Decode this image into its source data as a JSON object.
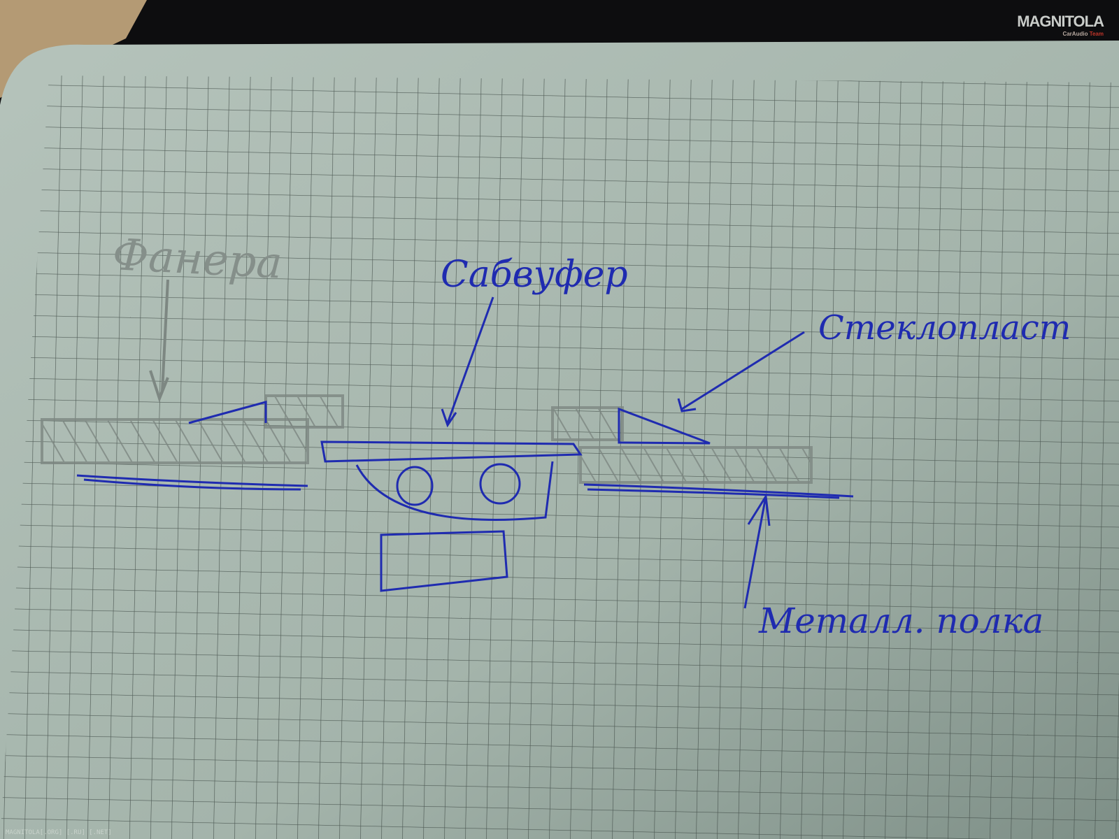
{
  "labels": {
    "plywood": "Фанера",
    "subwoofer": "Сабвуфер",
    "fiberglass": "Стеклопласт",
    "metal_shelf": "Металл. полка"
  },
  "watermark": {
    "brand": "MAGNITOLA",
    "tagline_a": "CarAudio",
    "tagline_b": "Team",
    "footer": "MAGNITOLA[.ORG] [.RU] [.NET]"
  },
  "colors": {
    "paper": "#a7b7ae",
    "grid": "#3f4a45",
    "ink": "#1f2bb0",
    "pencil": "#7d8782",
    "desk": "#b49a74"
  }
}
